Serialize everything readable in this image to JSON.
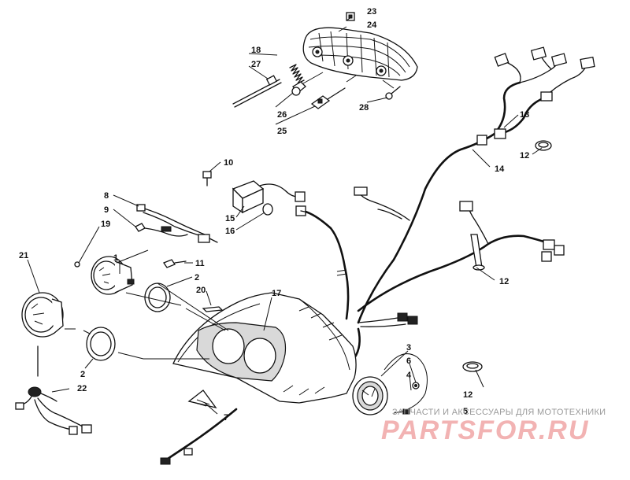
{
  "callouts": [
    {
      "id": "c1",
      "label": "1"
    },
    {
      "id": "c2a",
      "label": "2"
    },
    {
      "id": "c2b",
      "label": "2"
    },
    {
      "id": "c3",
      "label": "3"
    },
    {
      "id": "c4",
      "label": "4"
    },
    {
      "id": "c5",
      "label": "5"
    },
    {
      "id": "c6",
      "label": "6"
    },
    {
      "id": "c7",
      "label": "7"
    },
    {
      "id": "c8",
      "label": "8"
    },
    {
      "id": "c9",
      "label": "9"
    },
    {
      "id": "c10",
      "label": "10"
    },
    {
      "id": "c11",
      "label": "11"
    },
    {
      "id": "c12a",
      "label": "12"
    },
    {
      "id": "c12b",
      "label": "12"
    },
    {
      "id": "c12c",
      "label": "12"
    },
    {
      "id": "c13",
      "label": "13"
    },
    {
      "id": "c14",
      "label": "14"
    },
    {
      "id": "c15",
      "label": "15"
    },
    {
      "id": "c16",
      "label": "16"
    },
    {
      "id": "c17",
      "label": "17"
    },
    {
      "id": "c18",
      "label": "18"
    },
    {
      "id": "c19",
      "label": "19"
    },
    {
      "id": "c20",
      "label": "20"
    },
    {
      "id": "c21",
      "label": "21"
    },
    {
      "id": "c22",
      "label": "22"
    },
    {
      "id": "c23",
      "label": "23"
    },
    {
      "id": "c24",
      "label": "24"
    },
    {
      "id": "c25",
      "label": "25"
    },
    {
      "id": "c26",
      "label": "26"
    },
    {
      "id": "c27",
      "label": "27"
    },
    {
      "id": "c28",
      "label": "28"
    }
  ],
  "watermark": {
    "tagline": "ЗАПЧАСТИ И АКСЕССУАРЫ ДЛЯ МОТОТЕХНИКИ",
    "brand": "PARTSFOR.RU",
    "color": "#e88a8a"
  }
}
